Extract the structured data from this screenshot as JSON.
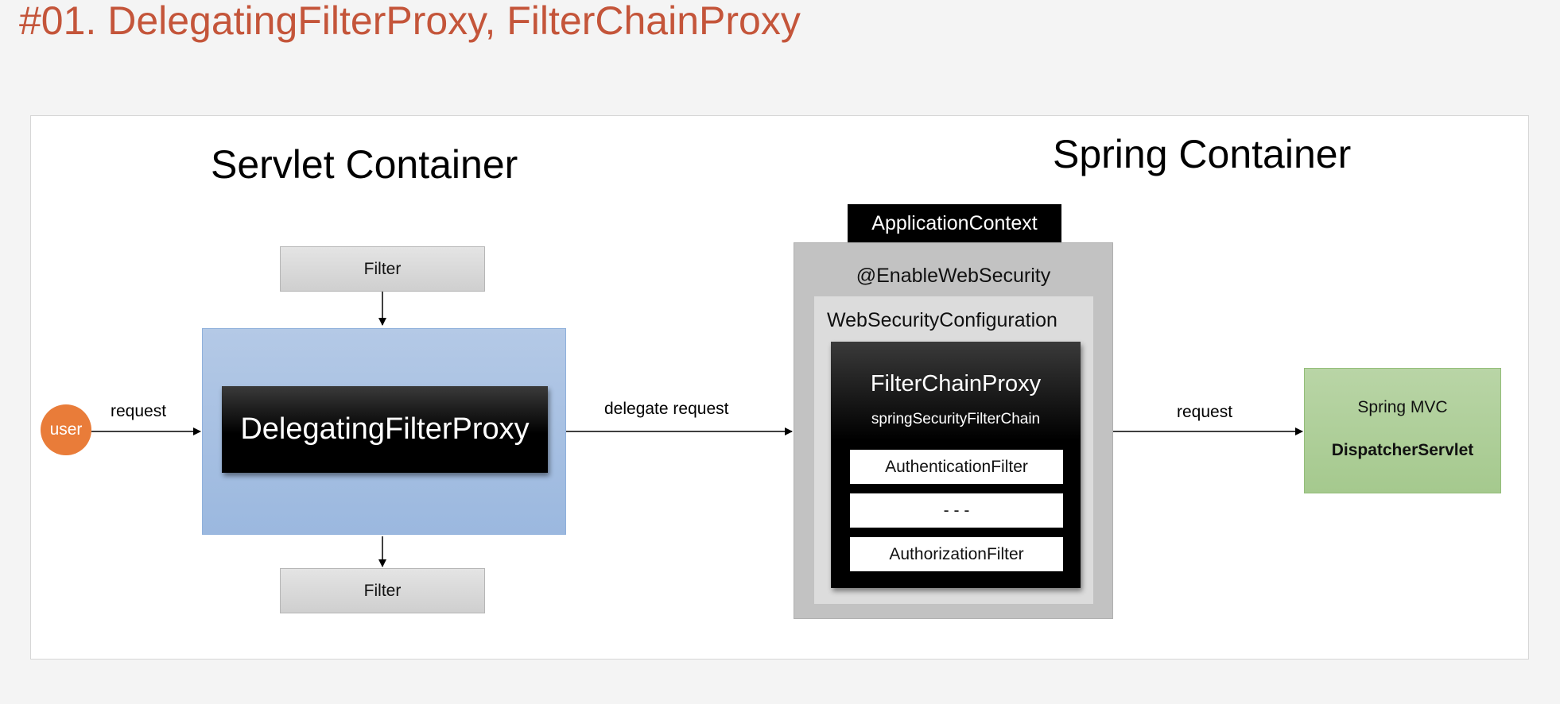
{
  "title": "#01. DelegatingFilterProxy, FilterChainProxy",
  "servlet_container": {
    "title": "Servlet Container",
    "filter_top": "Filter",
    "filter_bottom": "Filter",
    "delegating_filter_proxy": "DelegatingFilterProxy",
    "user": "user",
    "request_label": "request"
  },
  "delegate_label": "delegate request",
  "spring_container": {
    "title": "Spring Container",
    "application_context": "ApplicationContext",
    "enable_web_security": "@EnableWebSecurity",
    "web_security_configuration": "WebSecurityConfiguration",
    "filter_chain_proxy": "FilterChainProxy",
    "filter_chain_bean": "springSecurityFilterChain",
    "chain_items": [
      "AuthenticationFilter",
      "- - -",
      "AuthorizationFilter"
    ],
    "request_label": "request",
    "spring_mvc": "Spring MVC",
    "dispatcher_servlet": "DispatcherServlet"
  },
  "colors": {
    "title": "#c4553a",
    "user": "#e97c39",
    "dfp_container": "#a7c0e3",
    "spring_mvc": "#a9cc93",
    "filter": "#d6d6d6",
    "application_context": "#c2c2c2"
  }
}
